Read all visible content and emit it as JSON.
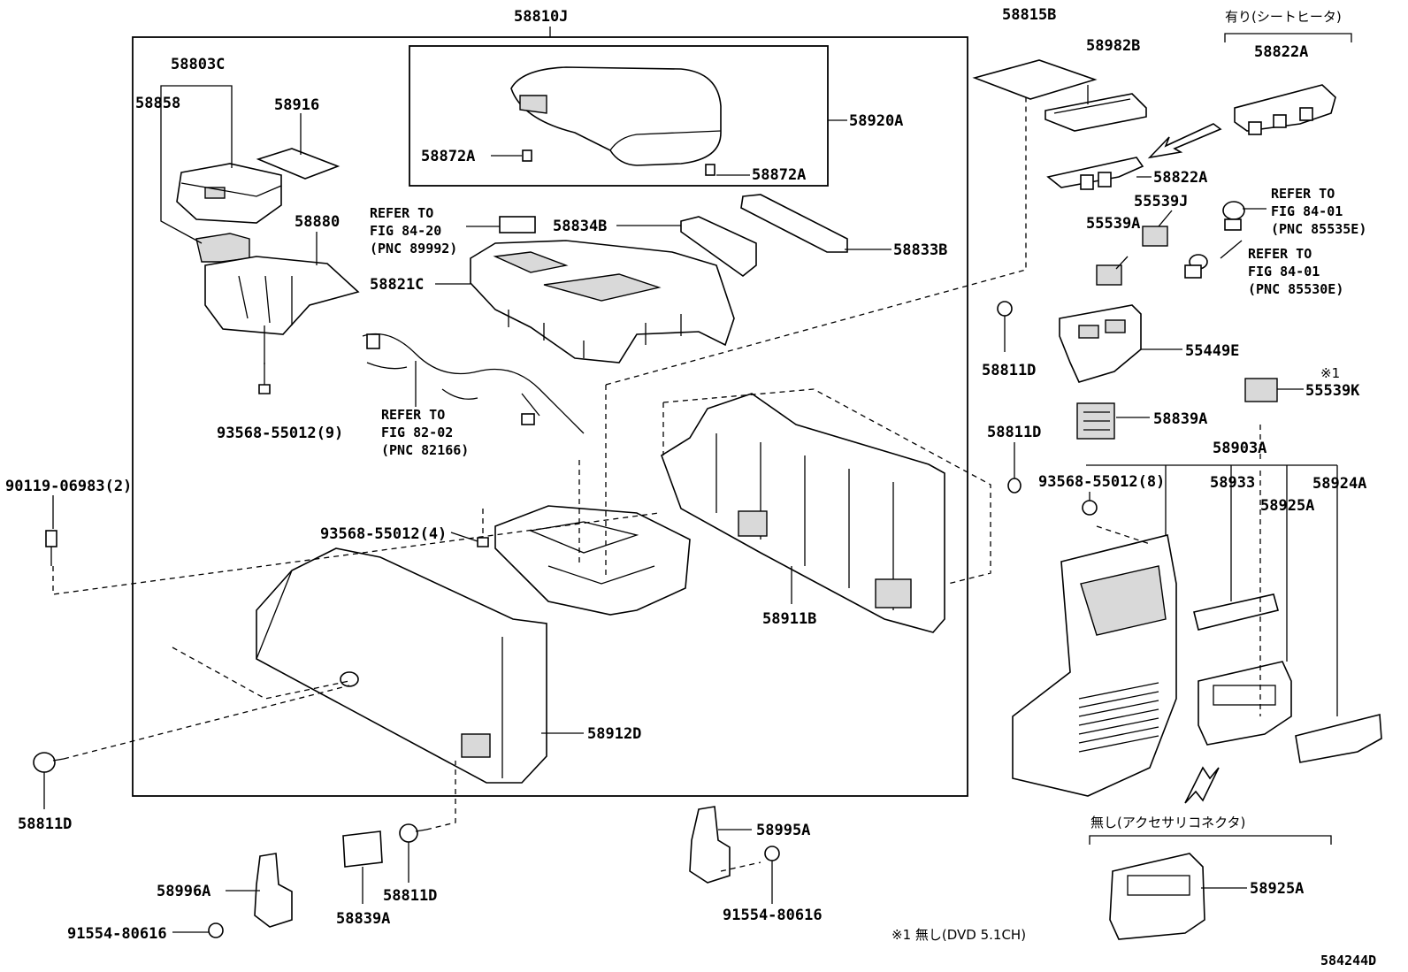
{
  "callouts": {
    "p58810J": "58810J",
    "p58803C": "58803C",
    "p58858": "58858",
    "p58916": "58916",
    "p58880": "58880",
    "p58872A_left": "58872A",
    "p58872A_right": "58872A",
    "p58920A": "58920A",
    "p58834B": "58834B",
    "p58833B": "58833B",
    "p58821C": "58821C",
    "p58815B": "58815B",
    "p58982B": "58982B",
    "p58822A_top": "58822A",
    "p58822A_mid": "58822A",
    "p55539J": "55539J",
    "p55539A": "55539A",
    "p55449E": "55449E",
    "p55539K": "55539K",
    "p58839A_right": "58839A",
    "p58903A": "58903A",
    "p58933": "58933",
    "p58924A": "58924A",
    "p58925A_right": "58925A",
    "p58925A_bottom": "58925A",
    "p58811D_a": "58811D",
    "p58811D_b": "58811D",
    "p58811D_c": "58811D",
    "p58811D_d": "58811D",
    "p58911B": "58911B",
    "p58912D": "58912D",
    "p58995A": "58995A",
    "p58996A": "58996A",
    "p58839A_bottom": "58839A",
    "p93568_9": "93568-55012(9)",
    "p93568_4": "93568-55012(4)",
    "p93568_8": "93568-55012(8)",
    "p90119": "90119-06983(2)",
    "p91554_left": "91554-80616",
    "p91554_right": "91554-80616"
  },
  "refer_notes": {
    "fig_84_20": [
      "REFER TO",
      "FIG 84-20",
      "(PNC 89992)"
    ],
    "fig_82_02": [
      "REFER TO",
      "FIG 82-02",
      "(PNC 82166)"
    ],
    "fig_84_01_a": [
      "REFER TO",
      "FIG 84-01",
      "(PNC 85535E)"
    ],
    "fig_84_01_b": [
      "REFER TO",
      "FIG 84-01",
      "(PNC 85530E)"
    ]
  },
  "annotations": {
    "with_seat_heater": "有り(シートヒータ)",
    "without_accessory_connector": "無し(アクセサリコネクタ)",
    "note_mark": "※1",
    "footnote": "※1 無し(DVD 5.1CH)",
    "figure_number": "584244D"
  }
}
